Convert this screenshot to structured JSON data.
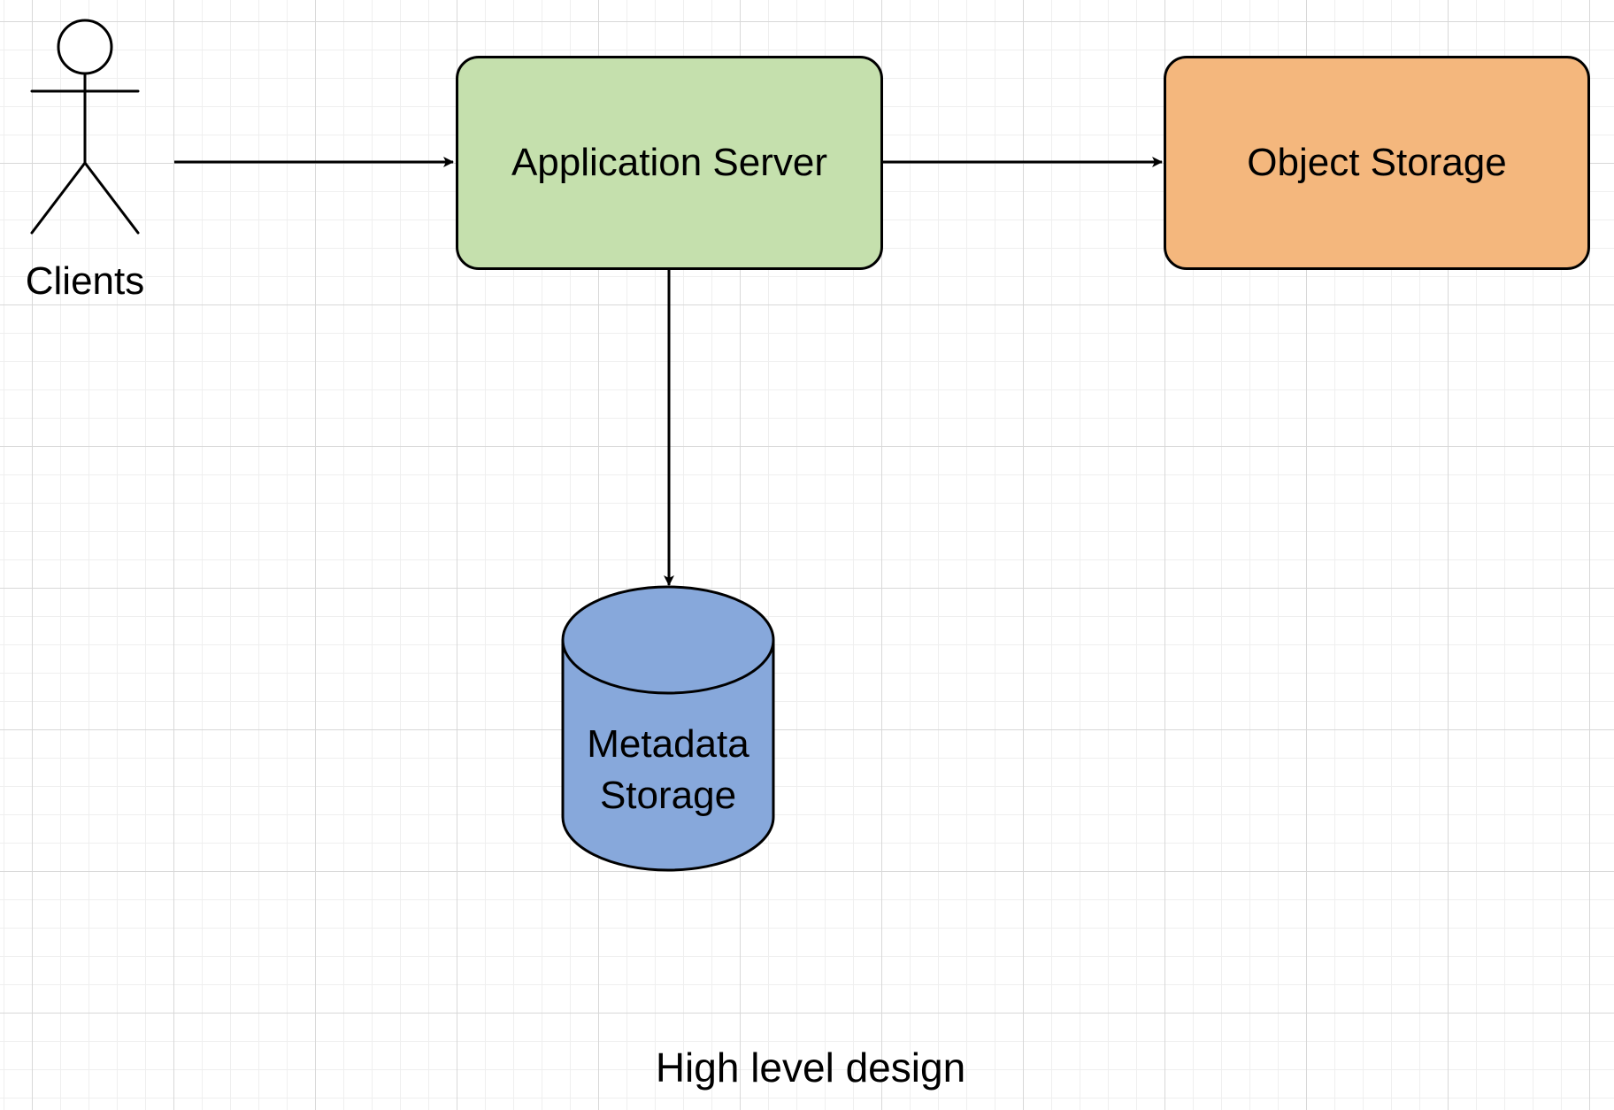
{
  "diagram": {
    "actor": {
      "label": "Clients",
      "icon": "stick-figure-icon"
    },
    "app_server": {
      "label": "Application Server",
      "fill": "#c5e0ad"
    },
    "object_storage": {
      "label": "Object Storage",
      "fill": "#f4b77d"
    },
    "metadata_storage": {
      "label": "Metadata\nStorage",
      "fill": "#87a8db",
      "icon": "database-cylinder-icon"
    },
    "edges": [
      {
        "from": "Clients",
        "to": "Application Server"
      },
      {
        "from": "Application Server",
        "to": "Object Storage"
      },
      {
        "from": "Application Server",
        "to": "Metadata Storage"
      }
    ],
    "caption": "High level design"
  }
}
